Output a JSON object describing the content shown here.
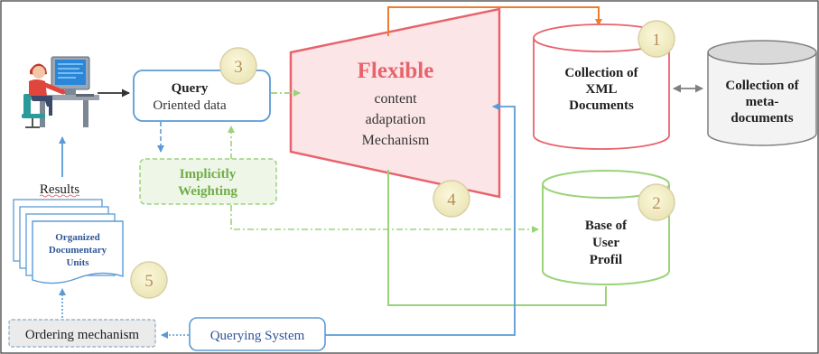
{
  "flexible": {
    "title": "Flexible",
    "line1": "content",
    "line2": "adaptation",
    "line3": "Mechanism"
  },
  "query": {
    "title": "Query",
    "subtitle": "Oriented data"
  },
  "weighting": {
    "line1": "Implicitly",
    "line2": "Weighting"
  },
  "xml_collection": {
    "line1": "Collection of",
    "line2": "XML",
    "line3": "Documents"
  },
  "meta_collection": {
    "line1": "Collection of",
    "line2": "meta-",
    "line3": "documents"
  },
  "user_profile": {
    "line1": "Base of",
    "line2": "User",
    "line3": "Profil"
  },
  "results": {
    "label": "Results"
  },
  "documents_stack": {
    "line1": "Organized",
    "line2": "Documentary",
    "line3": "Units"
  },
  "ordering": {
    "label": "Ordering mechanism"
  },
  "querying": {
    "label": "Querying System"
  },
  "badges": [
    "1",
    "2",
    "3",
    "4",
    "5"
  ],
  "colors": {
    "red": "#e8636b",
    "orange": "#ed7d31",
    "blue": "#5b9bd5",
    "green": "#9bd37a",
    "green_text": "#70ad47",
    "gray": "#7f7f7f",
    "badge_fill": "#f3efc4",
    "badge_stroke": "#d7d0a8"
  }
}
